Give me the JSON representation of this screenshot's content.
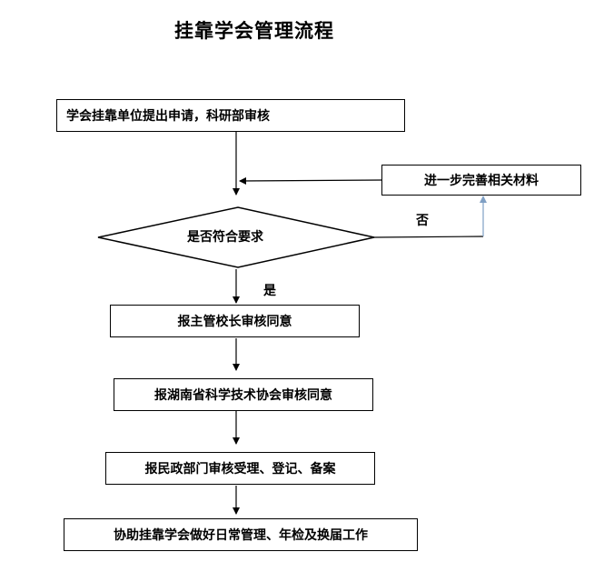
{
  "title": "挂靠学会管理流程",
  "steps": [
    "学会挂靠单位提出申请，科研部审核",
    "进一步完善相关材料",
    "是否符合要求",
    "报主管校长审核同意",
    "报湖南省科学技术协会审核同意",
    "报民政部门审核受理、登记、备案",
    "协助挂靠学会做好日常管理、年检及换届工作"
  ],
  "labels": {
    "no": "否",
    "yes": "是"
  },
  "colors": {
    "line": "#000000",
    "feedback_arrow": "#7f9fc4"
  }
}
